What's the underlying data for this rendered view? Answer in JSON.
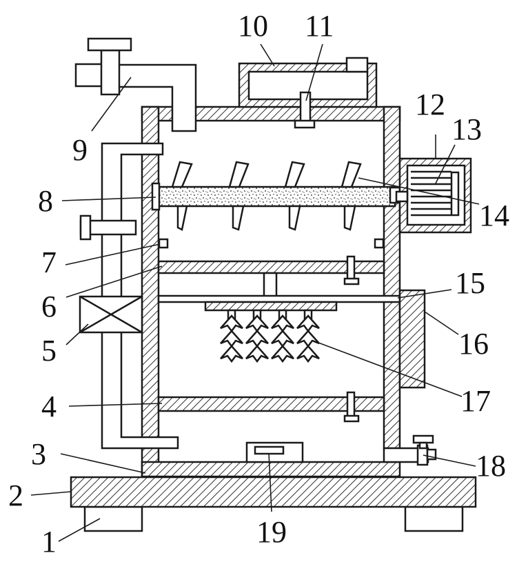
{
  "labels": {
    "l1": "1",
    "l2": "2",
    "l3": "3",
    "l4": "4",
    "l5": "5",
    "l6": "6",
    "l7": "7",
    "l8": "8",
    "l9": "9",
    "l10": "10",
    "l11": "11",
    "l12": "12",
    "l13": "13",
    "l14": "14",
    "l15": "15",
    "l16": "16",
    "l17": "17",
    "l18": "18",
    "l19": "19"
  },
  "colors": {
    "line": "#1a1a1a",
    "background": "#ffffff"
  }
}
